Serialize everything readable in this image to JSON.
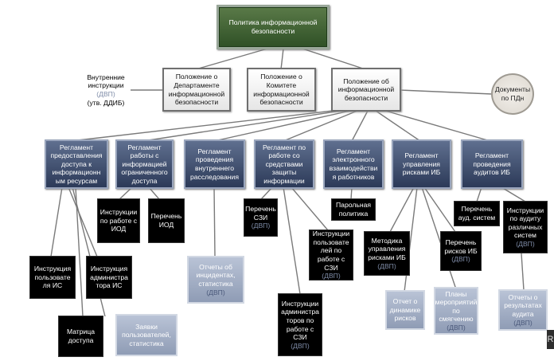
{
  "root": "Политика информационной безопасности",
  "positions": {
    "dep": "Положение о Департаменте информационной безопасности",
    "com": "Положение о Комитете информационной безопасности",
    "staff": "Положение об информационной безопасности"
  },
  "internal": {
    "line1": "Внутренние",
    "line2": "инструкции",
    "tag": "(ДВП)",
    "line3": "(утв. ДДИБ)"
  },
  "pdn_docs": "Документы по ПДн",
  "regulations": {
    "access": "Регламент предоставления доступа к информационн ым ресурсам",
    "restricted": "Регламент работы с информацией ограниченного доступа",
    "investigation": "Регламент проведения внутреннего расследования",
    "szi": "Регламент по работе со средствами защиты информации",
    "edo": "Регламент электронного взаимодействи я работников",
    "risk": "Регламент управления рисками ИБ",
    "audit": "Регламент проведения аудитов ИБ"
  },
  "docs": {
    "iod_instr": {
      "text": "Инструкции по работе с ИОД"
    },
    "iod_list": {
      "text": "Перечень ИОД"
    },
    "szi_list": {
      "text": "Перечень СЗИ",
      "tag": "(ДВП)"
    },
    "szi_user": {
      "text": "Инструкции пользовате лей по работе с СЗИ",
      "tag": "(ДВП)"
    },
    "szi_admin": {
      "text": "Инструкции администра торов по работе с СЗИ",
      "tag": "(ДВП)"
    },
    "password": {
      "text": "Парольная политика"
    },
    "risk_method": {
      "text": "Методика управления рисками ИБ",
      "tag": "(ДВП)"
    },
    "risk_list": {
      "text": "Перечень рисков ИБ",
      "tag": "(ДВП)"
    },
    "audit_list": {
      "text": "Перечень ауд. систем"
    },
    "audit_instr": {
      "text": "Инструкции по аудиту различных систем",
      "tag": "(ДВП)"
    },
    "user_instr": {
      "text": "Инструкция пользовате ля ИС"
    },
    "admin_instr": {
      "text": "Инструкция администра тора ИС"
    },
    "access_matrix": {
      "text": "Матрица доступа"
    },
    "requests": {
      "text": "Заявки пользователей, статистика"
    },
    "incidents": {
      "text": "Отчеты об инцидентах, статистика",
      "tag": "(ДВП)"
    },
    "risk_report": {
      "text": "Отчет о динамике рисков"
    },
    "mitigation": {
      "text": "Планы мероприятий по смягчению",
      "tag": "(ДВП)"
    },
    "audit_report": {
      "text": "Отчеты о результатах аудита",
      "tag": "(ДВП)"
    }
  },
  "colors": {
    "root_fill": "#3f6133",
    "regulation_fill": "#3f4d6b",
    "document_fill": "#000000",
    "report_fill": "#a5b0c6",
    "connector": "#7a7a7a",
    "dvp_tag": "#7f8ca8"
  },
  "side_handle": "R"
}
